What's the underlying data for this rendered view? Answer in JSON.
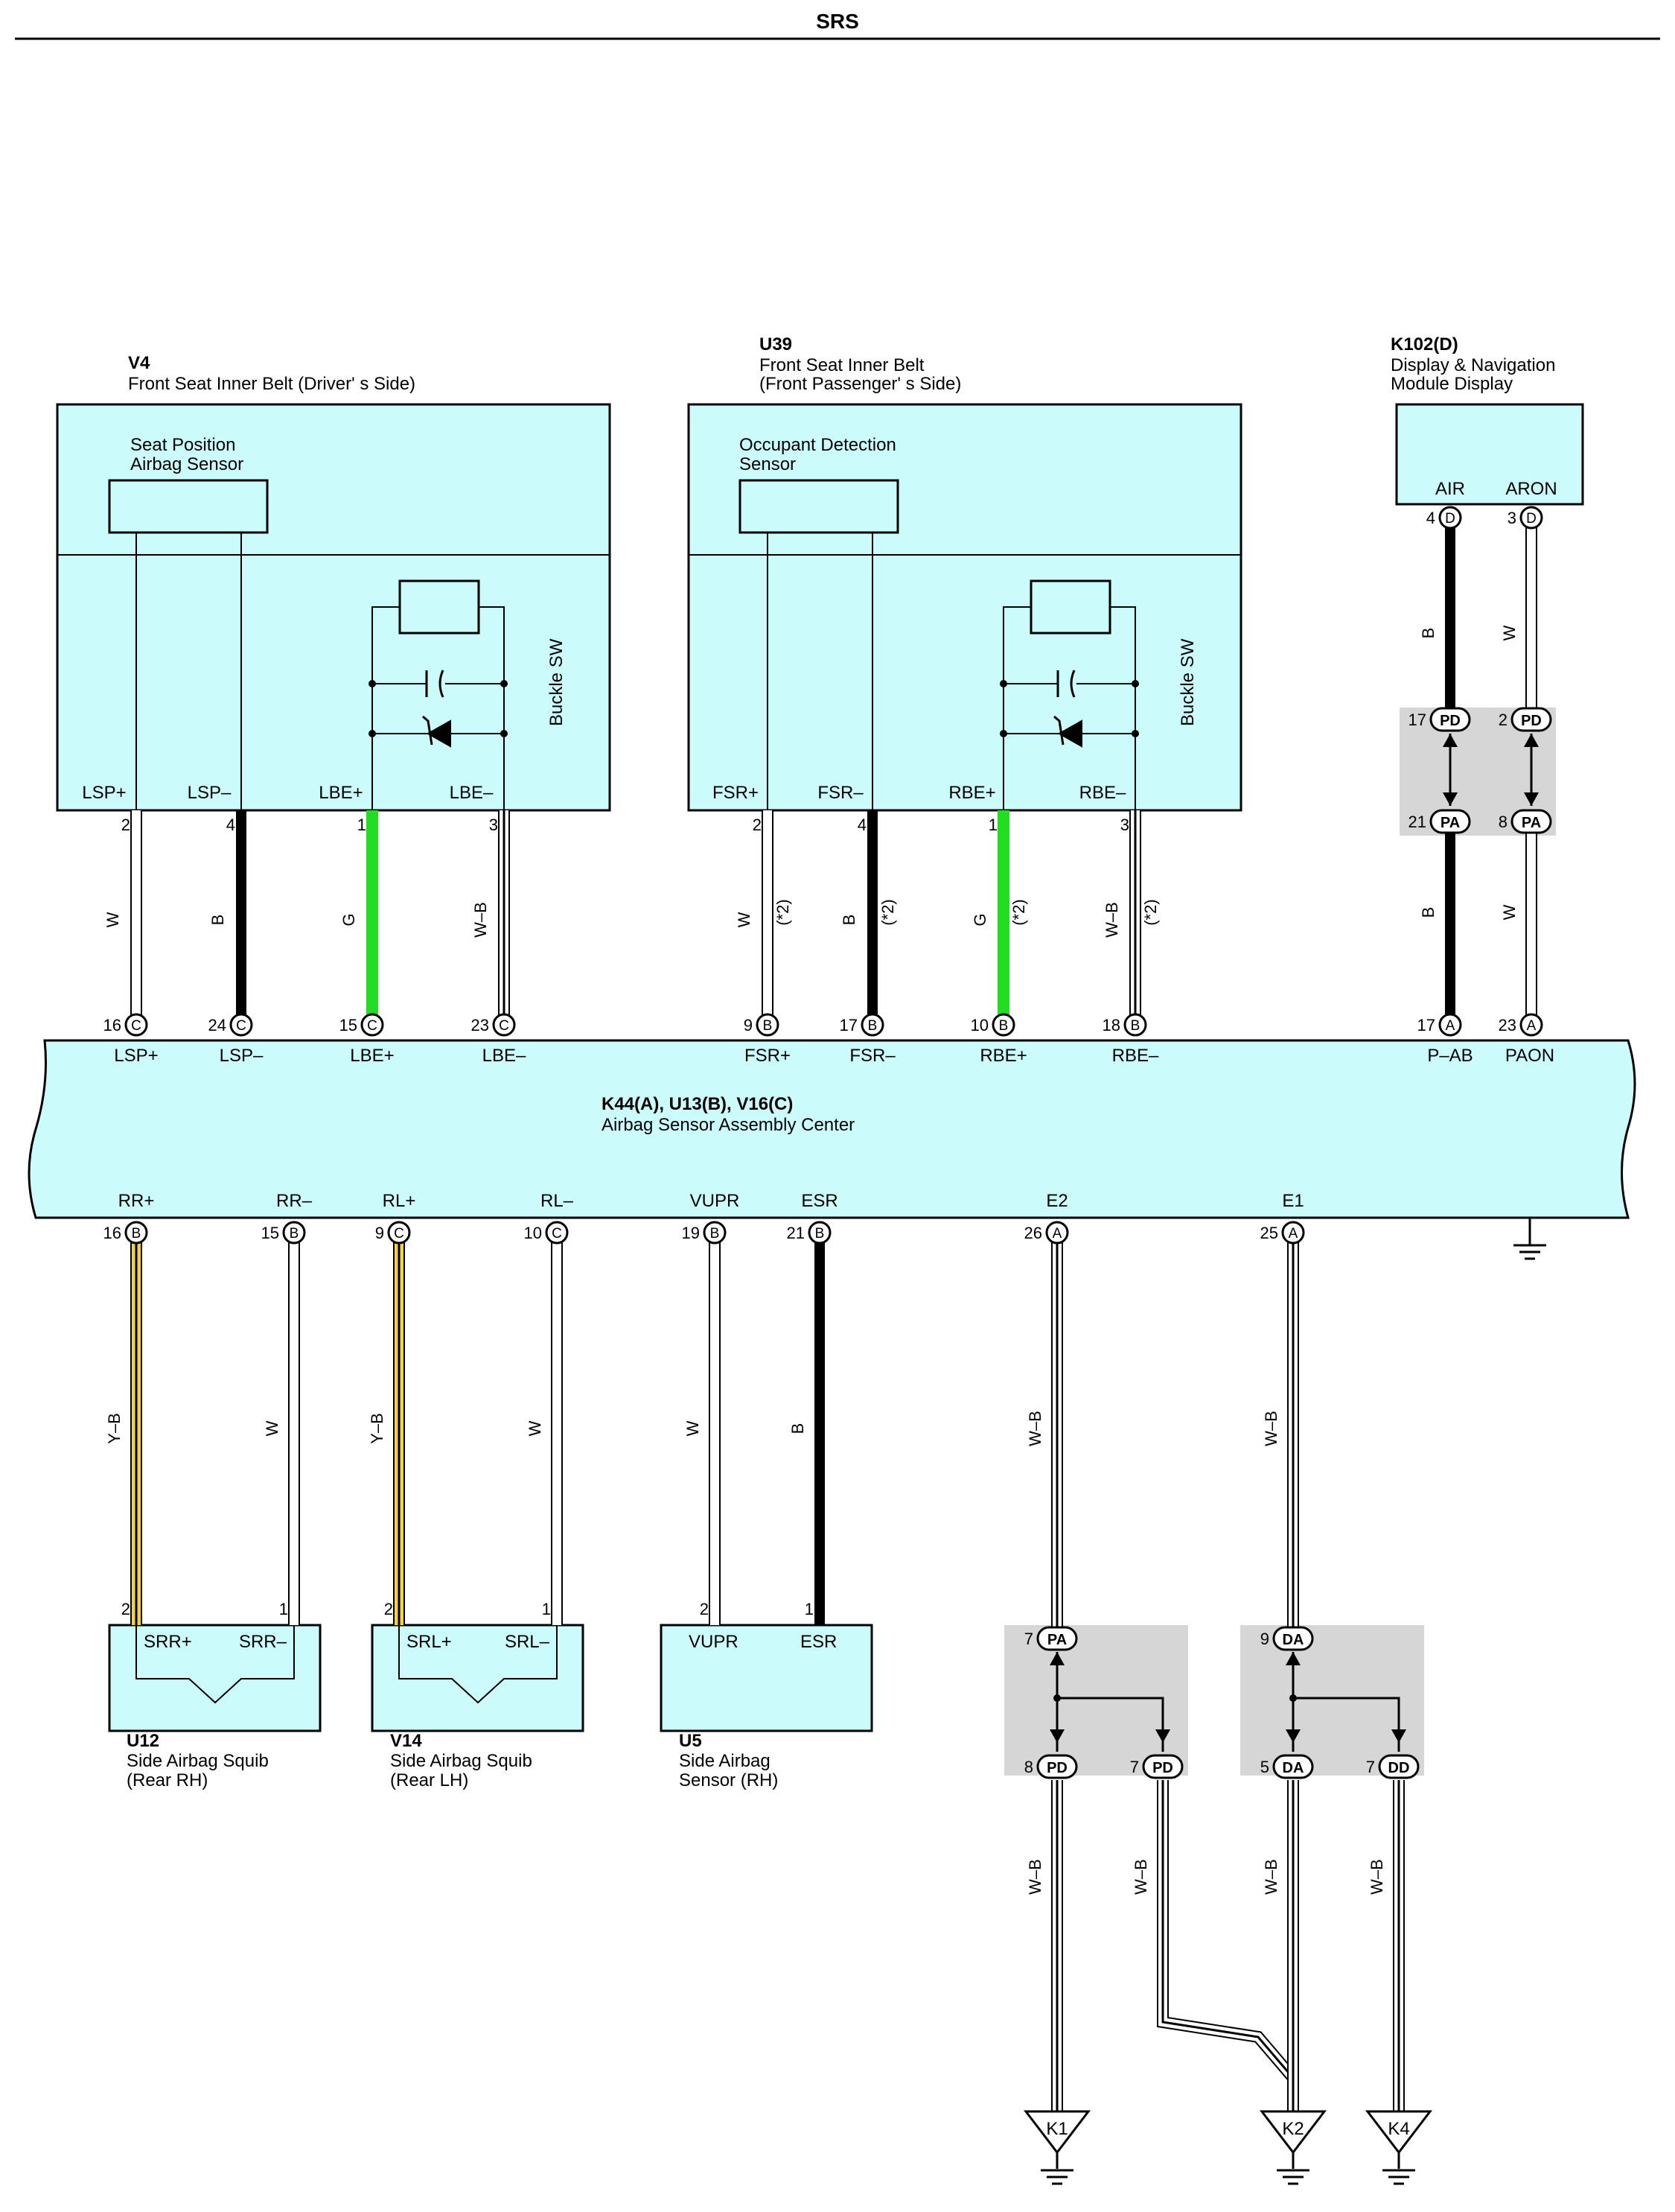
{
  "header": {
    "title": "SRS"
  },
  "components": {
    "v4": {
      "code": "V4",
      "name": "Front Seat Inner Belt (Driver' s Side)",
      "sensor_l1": "Seat Position",
      "sensor_l2": "Airbag Sensor",
      "switch": "Buckle SW"
    },
    "u39": {
      "code": "U39",
      "name_l1": "Front Seat Inner Belt",
      "name_l2": "(Front Passenger' s Side)",
      "sensor_l1": "Occupant Detection",
      "sensor_l2": "Sensor",
      "switch": "Buckle SW"
    },
    "k102": {
      "code": "K102(D)",
      "name_l1": "Display & Navigation",
      "name_l2": "Module Display"
    },
    "ecu": {
      "code": "K44(A), U13(B), V16(C)",
      "name": "Airbag Sensor Assembly Center"
    },
    "u12": {
      "code": "U12",
      "name_l1": "Side Airbag Squib",
      "name_l2": "(Rear RH)"
    },
    "v14": {
      "code": "V14",
      "name_l1": "Side Airbag Squib",
      "name_l2": "(Rear LH)"
    },
    "u5": {
      "code": "U5",
      "name_l1": "Side Airbag",
      "name_l2": "Sensor (RH)"
    }
  },
  "v4_terminals": [
    "LSP+",
    "LSP–",
    "LBE+",
    "LBE–"
  ],
  "u39_terminals": [
    "FSR+",
    "FSR–",
    "RBE+",
    "RBE–"
  ],
  "k102_terminals": [
    "AIR",
    "ARON"
  ],
  "ecu_top_terminals": [
    "LSP+",
    "LSP–",
    "LBE+",
    "LBE–",
    "FSR+",
    "FSR–",
    "RBE+",
    "RBE–",
    "P–AB",
    "PAON"
  ],
  "ecu_bottom_terminals": [
    "RR+",
    "RR–",
    "RL+",
    "RL–",
    "VUPR",
    "ESR",
    "E2",
    "E1"
  ],
  "u12_terminals": [
    "SRR+",
    "SRR–"
  ],
  "v14_terminals": [
    "SRL+",
    "SRL–"
  ],
  "u5_terminals": [
    "VUPR",
    "ESR"
  ],
  "grounds": [
    "K1",
    "K2",
    "K4"
  ],
  "note": "(*2)",
  "pins": {
    "v4": [
      "2",
      "4",
      "1",
      "3"
    ],
    "u39": [
      "2",
      "4",
      "1",
      "3"
    ],
    "k102": [
      "4",
      "3"
    ],
    "j_pd": [
      "17",
      "2"
    ],
    "j_pa": [
      "21",
      "8"
    ],
    "ecu_top": [
      "16",
      "24",
      "15",
      "23",
      "9",
      "17",
      "10",
      "18",
      "17",
      "23"
    ],
    "ecu_bottom": [
      "16",
      "15",
      "9",
      "10",
      "19",
      "21",
      "26",
      "25"
    ],
    "u12": [
      "2",
      "1"
    ],
    "v14": [
      "2",
      "1"
    ],
    "u5": [
      "2",
      "1"
    ],
    "j_e2": [
      "7",
      "8",
      "7"
    ],
    "j_e1": [
      "9",
      "5",
      "7"
    ]
  },
  "conn": {
    "k102": [
      "D",
      "D"
    ],
    "j_pd": [
      "PD",
      "PD"
    ],
    "j_pa": [
      "PA",
      "PA"
    ],
    "ecu_top": [
      "C",
      "C",
      "C",
      "C",
      "B",
      "B",
      "B",
      "B",
      "A",
      "A"
    ],
    "ecu_bottom": [
      "B",
      "B",
      "C",
      "C",
      "B",
      "B",
      "A",
      "A"
    ],
    "j_e2": [
      "PA",
      "PD",
      "PD"
    ],
    "j_e1": [
      "DA",
      "DA",
      "DD"
    ]
  },
  "wire_colors": {
    "upper_left": [
      "W",
      "B",
      "G",
      "W–B"
    ],
    "upper_mid": [
      "W",
      "B",
      "G",
      "W–B"
    ],
    "k102": [
      "B",
      "W"
    ],
    "k102_lower": [
      "B",
      "W"
    ],
    "lower": [
      "Y–B",
      "W",
      "Y–B",
      "W",
      "W",
      "B",
      "W–B",
      "W–B"
    ],
    "ground": [
      "W–B",
      "W–B",
      "W–B",
      "W–B"
    ]
  },
  "colors": {
    "body_fill": "#ccfbfc",
    "splice_fill": "#d6d6d6",
    "wire_green": "#22dd22",
    "wire_yellow": "#f6d23c",
    "wire_black": "#000000"
  },
  "icons": [
    "capacitor-icon",
    "zener-diode-icon",
    "resistor-icon",
    "ground-symbol-icon",
    "connector-pin-icon",
    "arrow-icon"
  ]
}
